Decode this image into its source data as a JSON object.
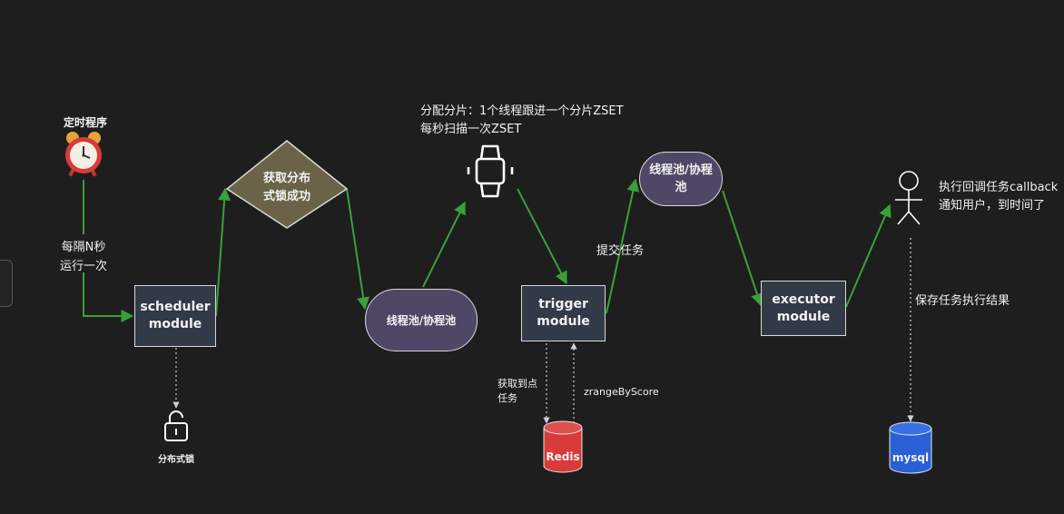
{
  "colors": {
    "background": "#1e1e1e",
    "edge": "#3aa03a",
    "dotted": "#cfcfcf",
    "module": "#323a48",
    "pool": "#4f4766",
    "diamond": "#6b6348",
    "redis": "#d93b3b",
    "mysql": "#2a5fd6"
  },
  "icons": {
    "timer": "alarm-clock-icon",
    "lock": "unlock-icon",
    "watch": "watch-icon",
    "user": "stick-figure-user-icon",
    "redis": "database-cylinder-icon",
    "mysql": "database-cylinder-icon"
  },
  "timer": {
    "label": "定时程序"
  },
  "edge_labels": {
    "every_n_line1": "每隔N秒",
    "every_n_line2": "运行一次",
    "submit_task": "提交任务",
    "fetch_line1": "获取到点",
    "fetch_line2": "任务",
    "zrange": "zrangeByScore",
    "save_result": "保存任务执行结果"
  },
  "scheduler": {
    "line1": "scheduler",
    "line2": "module"
  },
  "lock": {
    "label": "分布式锁"
  },
  "diamond": {
    "line1": "获取分布",
    "line2": "式锁成功"
  },
  "pool1": {
    "label": "线程池/协程池"
  },
  "watch": {
    "line1": "分配分片：1个线程跟进一个分片ZSET",
    "line2": "每秒扫描一次ZSET"
  },
  "trigger": {
    "line1": "trigger",
    "line2": "module"
  },
  "redis": {
    "label": "Redis"
  },
  "pool2": {
    "line1": "线程池/协程",
    "line2": "池"
  },
  "executor": {
    "line1": "executor",
    "line2": "module"
  },
  "user": {
    "line1": "执行回调任务callback",
    "line2": "通知用户，到时间了"
  },
  "mysql": {
    "label": "mysql"
  }
}
